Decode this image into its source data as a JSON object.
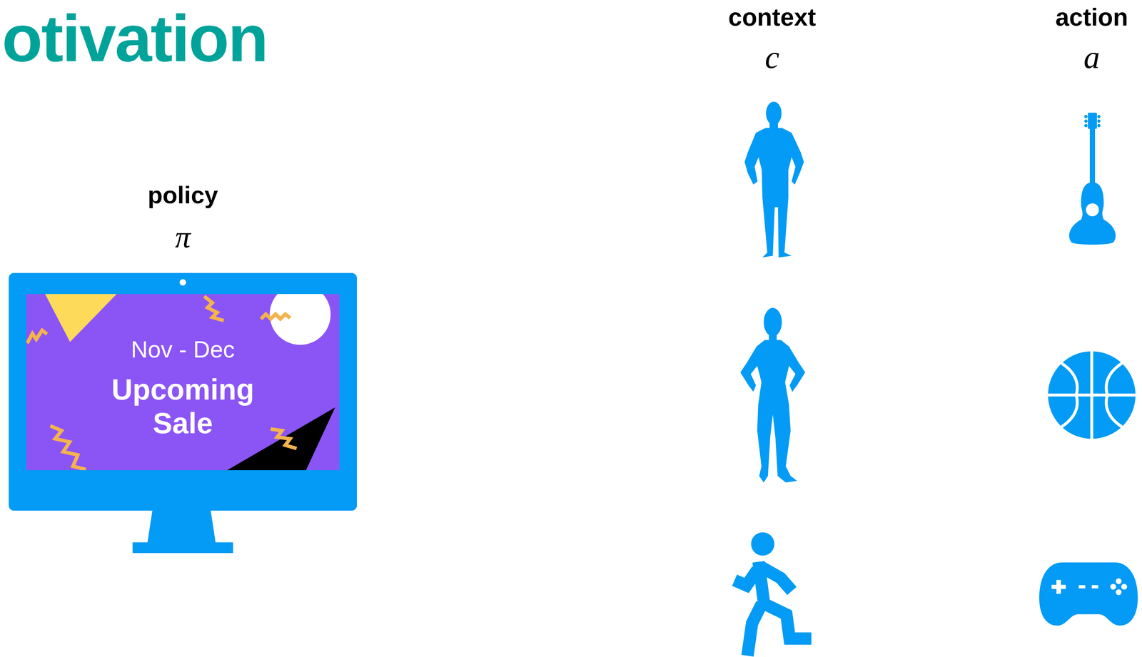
{
  "diagram": {
    "title": "otivation",
    "nodes": [
      {
        "text": [
          "policy",
          "π",
          "Nov - Dec",
          "Upcoming Sale"
        ]
      }
    ],
    "labels": [
      "context",
      "c",
      "action",
      "a"
    ]
  }
}
